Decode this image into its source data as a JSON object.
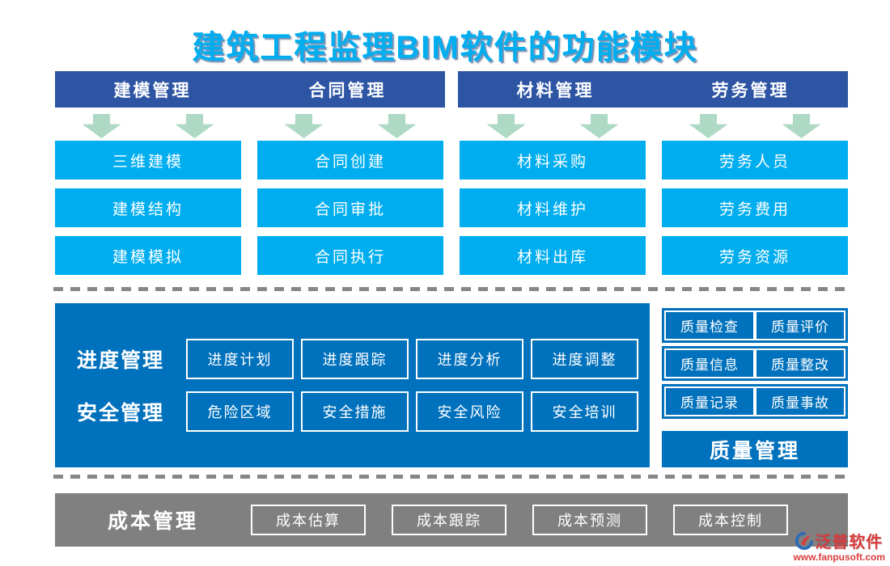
{
  "title": "建筑工程监理BIM软件的功能模块",
  "top": {
    "columns": [
      {
        "header": "建模管理",
        "items": [
          "三维建模",
          "建模结构",
          "建模模拟"
        ]
      },
      {
        "header": "合同管理",
        "items": [
          "合同创建",
          "合同审批",
          "合同执行"
        ]
      },
      {
        "header": "材料管理",
        "items": [
          "材料采购",
          "材料维护",
          "材料出库"
        ]
      },
      {
        "header": "劳务管理",
        "items": [
          "劳务人员",
          "劳务费用",
          "劳务资源"
        ]
      }
    ]
  },
  "middle": {
    "rows": [
      {
        "label": "进度管理",
        "items": [
          "进度计划",
          "进度跟踪",
          "进度分析",
          "进度调整"
        ]
      },
      {
        "label": "安全管理",
        "items": [
          "危险区域",
          "安全措施",
          "安全风险",
          "安全培训"
        ]
      }
    ],
    "quality": {
      "rows": [
        [
          "质量检查",
          "质量评价"
        ],
        [
          "质量信息",
          "质量整改"
        ],
        [
          "质量记录",
          "质量事故"
        ]
      ],
      "header": "质量管理"
    }
  },
  "bottom": {
    "label": "成本管理",
    "items": [
      "成本估算",
      "成本跟踪",
      "成本预测",
      "成本控制"
    ]
  },
  "footer": {
    "brand": "泛普软件",
    "url": "www.fanpusoft.com"
  },
  "colors": {
    "title_cyan": "#00AEEF",
    "header_blue": "#2E55A4",
    "module_cyan": "#00AEEF",
    "arrow_green": "#AED9C5",
    "panel_blue": "#0071BC",
    "cost_gray": "#808080",
    "brand_red": "#D93A3C"
  }
}
